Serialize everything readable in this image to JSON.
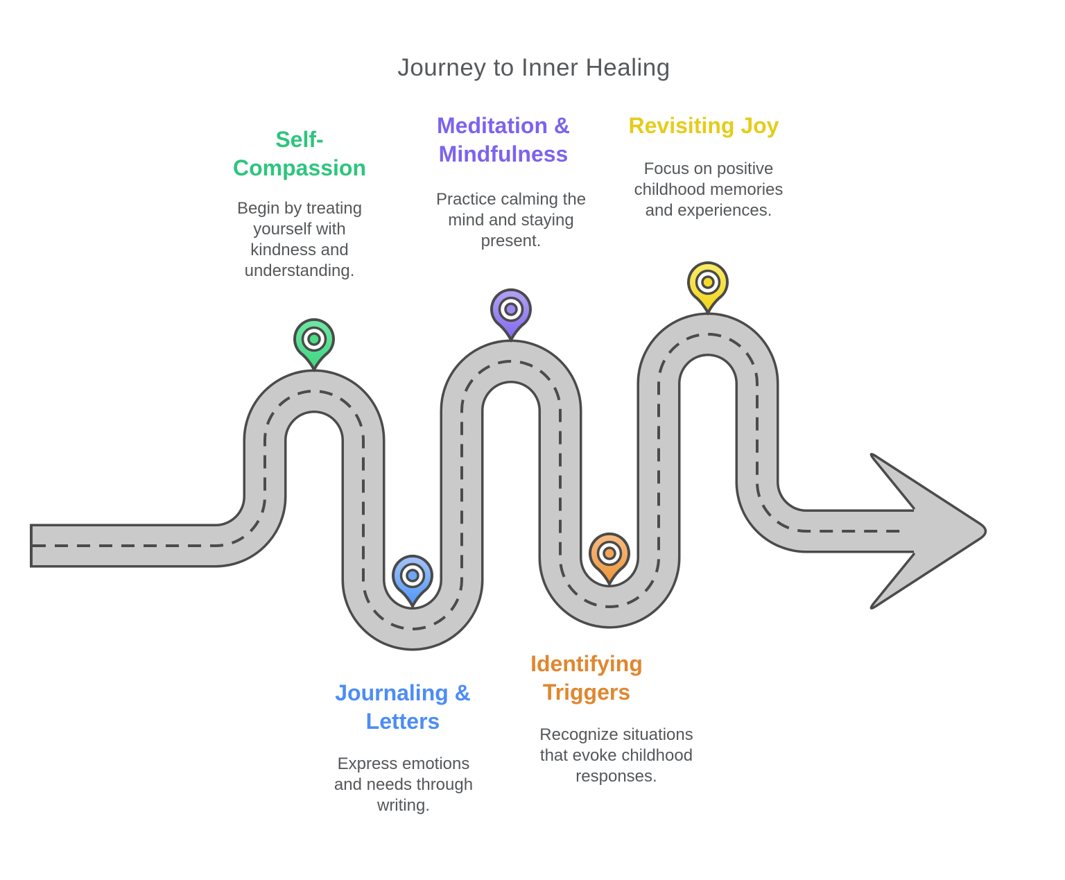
{
  "title": "Journey to Inner Healing",
  "colors": {
    "background": "#FFFFFF",
    "road_fill": "#CACACA",
    "road_outline": "#4B4B4B",
    "road_dash": "#4B4B4B",
    "pin_outline": "#4A4A4A",
    "body_text": "#54575A",
    "title_text": "#56585B"
  },
  "milestones": [
    {
      "id": "self-compassion",
      "heading": "Self-\nCompassion",
      "description": "Begin by treating\nyourself with\nkindness and\nunderstanding.",
      "heading_color": "#2EC57E",
      "pin": {
        "top": "#6FE8A5",
        "bottom": "#3FD57F",
        "dot": "#4ADC86"
      }
    },
    {
      "id": "journaling-letters",
      "heading": "Journaling &\nLetters",
      "description": "Express emotions\nand needs through\nwriting.",
      "heading_color": "#4C8DF6",
      "pin": {
        "top": "#A6C4F9",
        "bottom": "#4D96F7",
        "dot": "#6FA5F4"
      }
    },
    {
      "id": "meditation-mindfulness",
      "heading": "Meditation &\nMindfulness",
      "description": "Practice calming the\nmind and staying\npresent.",
      "heading_color": "#7D63EE",
      "pin": {
        "top": "#B2A3F6",
        "bottom": "#8268EE",
        "dot": "#9D89F3"
      }
    },
    {
      "id": "identifying-triggers",
      "heading": "Identifying\nTriggers",
      "description": "Recognize situations\nthat evoke childhood\nresponses.",
      "heading_color": "#E0872F",
      "pin": {
        "top": "#F6BC83",
        "bottom": "#EF9538",
        "dot": "#F2A558"
      }
    },
    {
      "id": "revisiting-joy",
      "heading": "Revisiting Joy",
      "description": "Focus on positive\nchildhood memories\nand experiences.",
      "heading_color": "#E5CC1B",
      "pin": {
        "top": "#F9EC6B",
        "bottom": "#F2D414",
        "dot": "#F3DA2B"
      }
    }
  ]
}
